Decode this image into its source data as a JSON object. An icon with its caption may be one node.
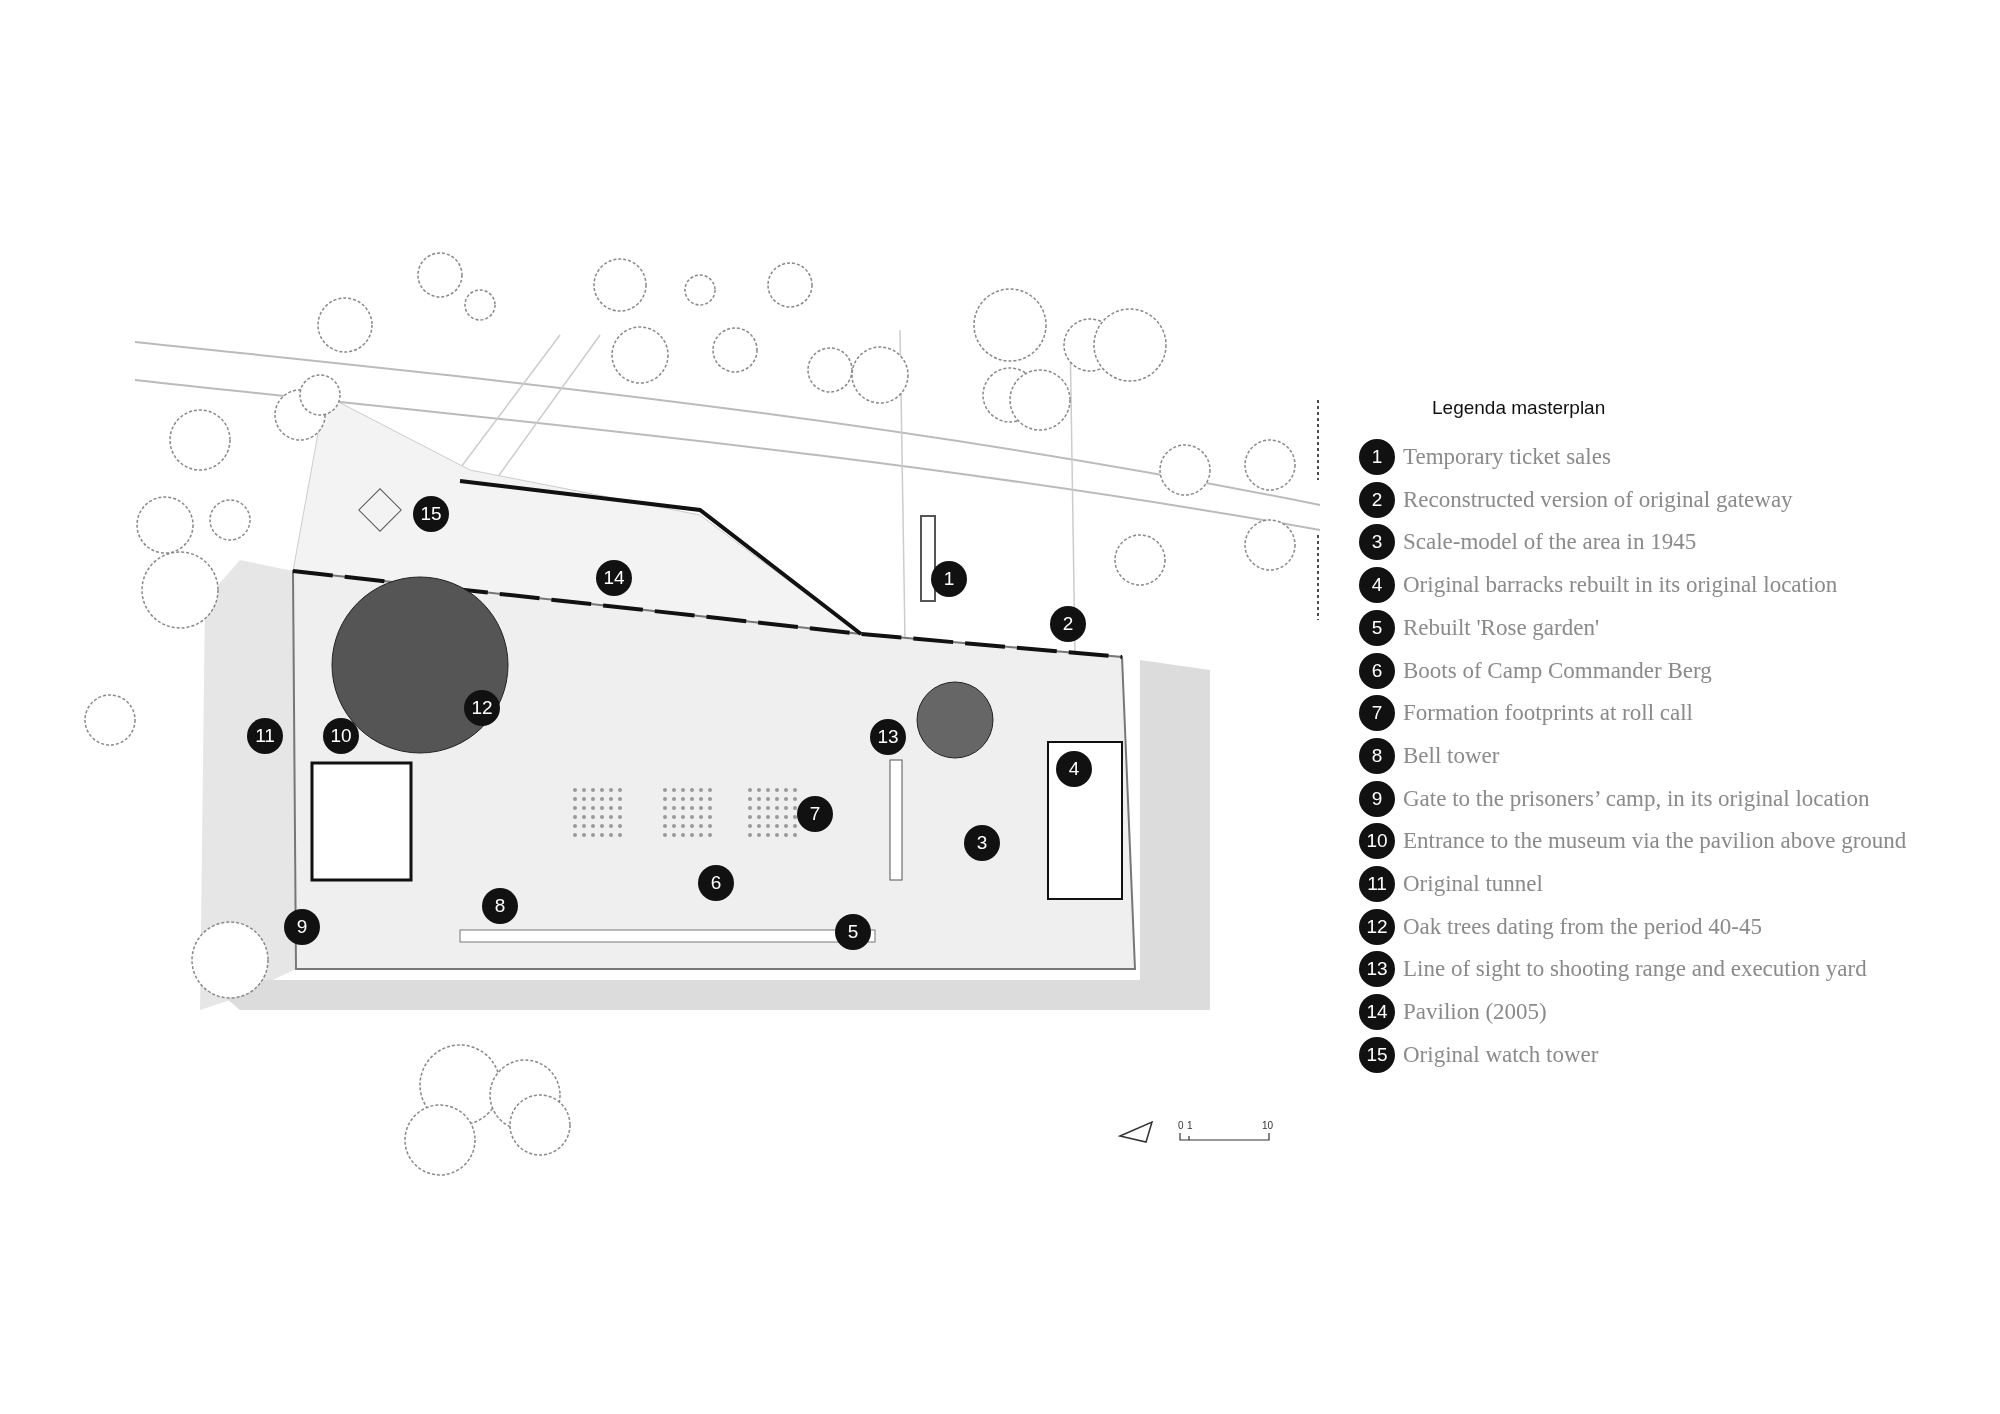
{
  "diagram": {
    "labels": [
      "15",
      "14",
      "1",
      "2",
      "12",
      "11",
      "10",
      "13",
      "4",
      "7",
      "3",
      "6",
      "8",
      "9",
      "5",
      "Legenda masterplan",
      "1",
      "Temporary ticket sales",
      "2",
      "Reconstructed version of original gateway",
      "3",
      "Scale-model of the area in 1945",
      "4",
      "Original barracks rebuilt in its original location",
      "5",
      "Rebuilt 'Rose garden'",
      "6",
      "Boots of Camp Commander Berg",
      "7",
      "Formation footprints at roll call",
      "8",
      "Bell tower",
      "9",
      "Gate to the prisoners’ camp, in its original location",
      "10",
      "Entrance to the museum via the pavilion above ground",
      "11",
      "Original tunnel",
      "12",
      "Oak trees dating from the period 40-45",
      "13",
      "Line of sight to shooting range and execution yard",
      "14",
      "Pavilion (2005)",
      "15",
      "Original watch tower",
      "0",
      "1",
      "10"
    ]
  }
}
